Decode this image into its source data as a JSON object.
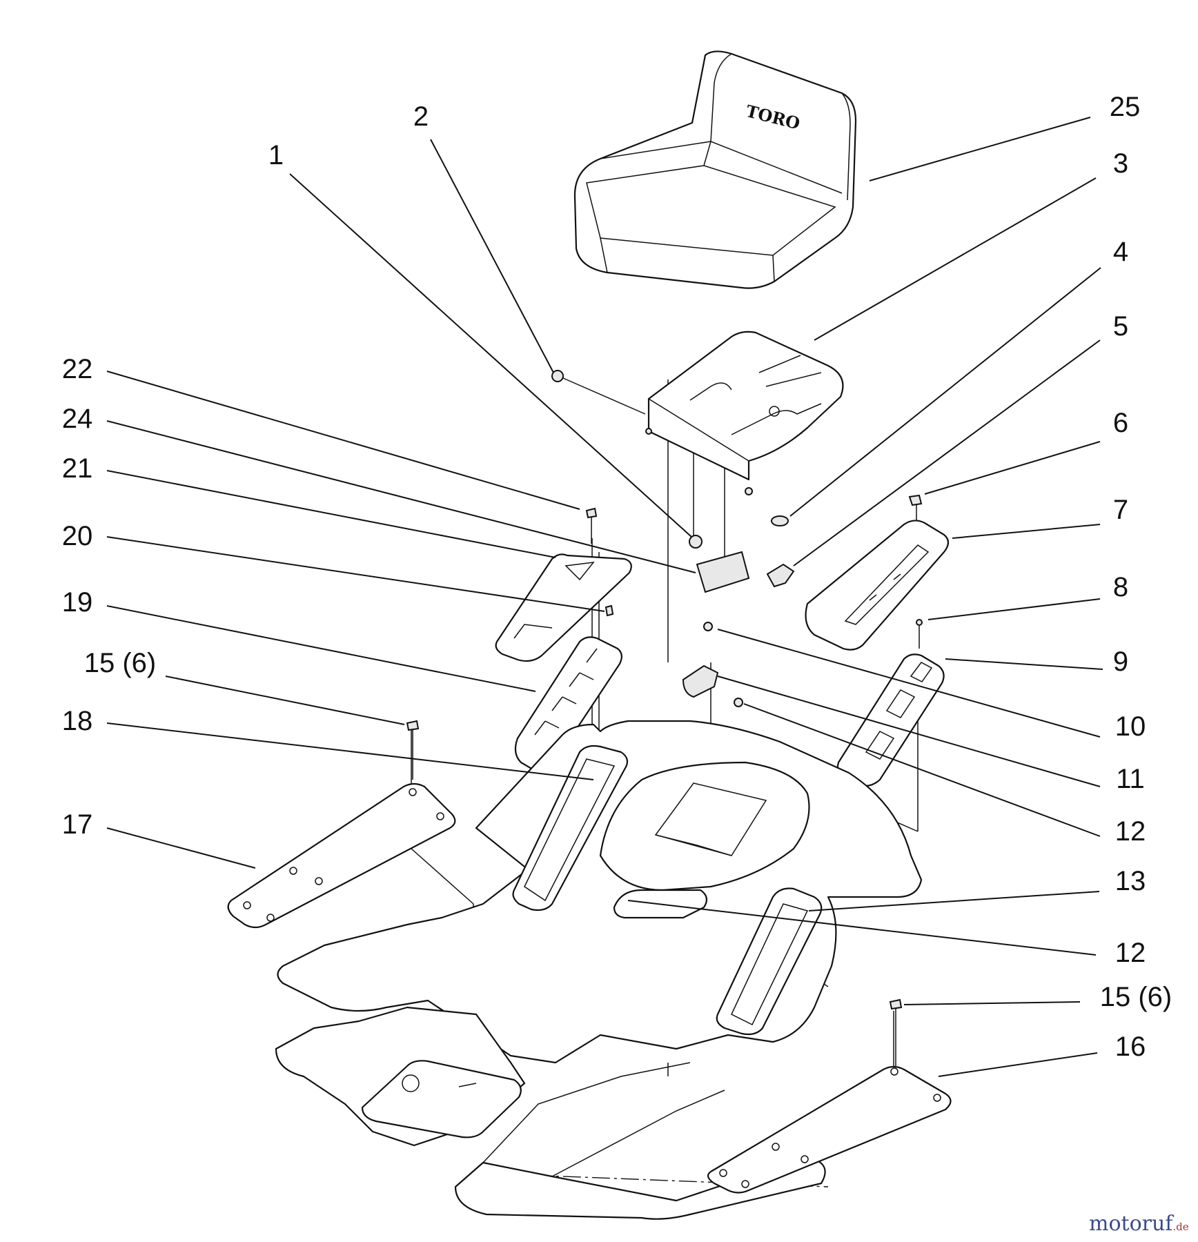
{
  "diagram": {
    "seat_brand": "TORO",
    "callouts": [
      {
        "id": "c1",
        "text": "1"
      },
      {
        "id": "c2",
        "text": "2"
      },
      {
        "id": "c3",
        "text": "3"
      },
      {
        "id": "c4",
        "text": "4"
      },
      {
        "id": "c5",
        "text": "5"
      },
      {
        "id": "c6",
        "text": "6"
      },
      {
        "id": "c7",
        "text": "7"
      },
      {
        "id": "c8",
        "text": "8"
      },
      {
        "id": "c9",
        "text": "9"
      },
      {
        "id": "c10",
        "text": "10"
      },
      {
        "id": "c11",
        "text": "11"
      },
      {
        "id": "c12a",
        "text": "12"
      },
      {
        "id": "c12b",
        "text": "12"
      },
      {
        "id": "c13",
        "text": "13"
      },
      {
        "id": "c15a",
        "text": "15 (6)"
      },
      {
        "id": "c15b",
        "text": "15 (6)"
      },
      {
        "id": "c16",
        "text": "16"
      },
      {
        "id": "c17",
        "text": "17"
      },
      {
        "id": "c18",
        "text": "18"
      },
      {
        "id": "c19",
        "text": "19"
      },
      {
        "id": "c20",
        "text": "20"
      },
      {
        "id": "c21",
        "text": "21"
      },
      {
        "id": "c22",
        "text": "22"
      },
      {
        "id": "c24",
        "text": "24"
      },
      {
        "id": "c25",
        "text": "25"
      }
    ]
  },
  "watermark": {
    "main": "motoruf",
    "suffix": ".de"
  }
}
